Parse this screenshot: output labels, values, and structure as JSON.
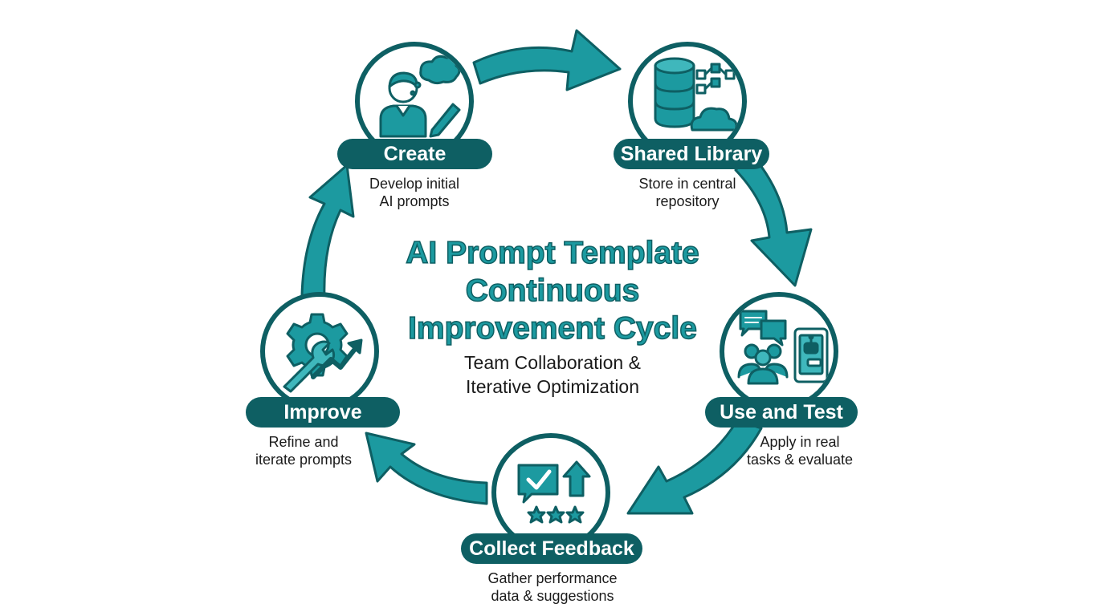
{
  "title": [
    "AI Prompt Template",
    "Continuous",
    "Improvement Cycle"
  ],
  "subtitle": "Team Collaboration &\nIterative Optimization",
  "colors": {
    "dark_teal": "#0e5f63",
    "teal": "#1c9aa0",
    "light_teal": "#3fb7bc",
    "text": "#1b1b1b"
  },
  "stages": [
    {
      "label": "Create",
      "description": "Develop initial\nAI prompts",
      "icon": "person-thought-pencil-icon"
    },
    {
      "label": "Shared Library",
      "description": "Store in central\nrepository",
      "icon": "database-cloud-icon"
    },
    {
      "label": "Use and Test",
      "description": "Apply in real\ntasks & evaluate",
      "icon": "team-chat-robot-icon"
    },
    {
      "label": "Collect Feedback",
      "description": "Gather performance\ndata & suggestions",
      "icon": "feedback-check-stars-icon"
    },
    {
      "label": "Improve",
      "description": "Refine and\niterate prompts",
      "icon": "gear-wrench-growth-icon"
    }
  ]
}
